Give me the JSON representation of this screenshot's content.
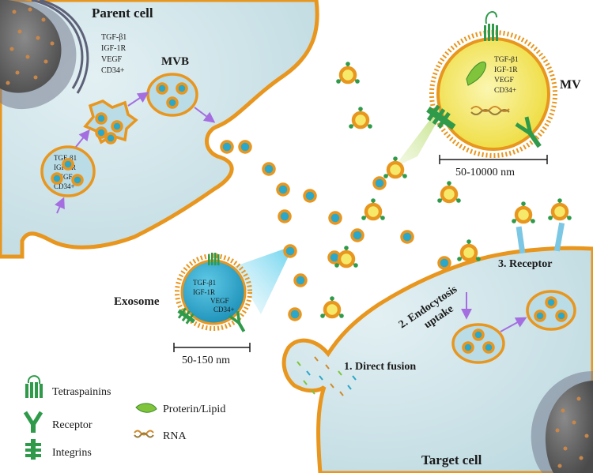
{
  "parent_cell": {
    "title": "Parent cell",
    "cargo": [
      "TGF-β1",
      "IGF-1R",
      "VEGF",
      "CD34+"
    ]
  },
  "mvb_label": "MVB",
  "early_endosome_cargo": [
    "TGF-β1",
    "IGF-1R",
    "VEGF",
    "CD34+"
  ],
  "mv": {
    "label": "MV",
    "cargo": [
      "TGF-β1",
      "IGF-1R",
      "VEGF",
      "CD34+"
    ],
    "size": "50-10000 nm"
  },
  "exosome": {
    "label": "Exosome",
    "cargo": [
      "TGF-β1",
      "IGF-1R",
      "VEGF",
      "CD34+"
    ],
    "size": "50-150 nm"
  },
  "target_cell": {
    "title": "Target cell",
    "mechanisms": {
      "direct_fusion": "1. Direct fusion",
      "endocytosis_line1": "2. Endocytosis",
      "endocytosis_line2": "uptake",
      "receptor": "3. Receptor"
    }
  },
  "legend": {
    "tetraspainins": "Tetraspainins",
    "receptor": "Receptor",
    "integrins": "Integrins",
    "protein_lipid": "Proterin/Lipid",
    "rna": "RNA"
  },
  "colors": {
    "cytoplasm": "#cfe5ea",
    "membrane": "#e8961e",
    "vesicle_core": "#2aa7c9",
    "mv_core": "#f6e96a",
    "protein_green": "#2f9a4a",
    "arrow": "#a46ee0",
    "nucleus": "#6f6f6f"
  }
}
